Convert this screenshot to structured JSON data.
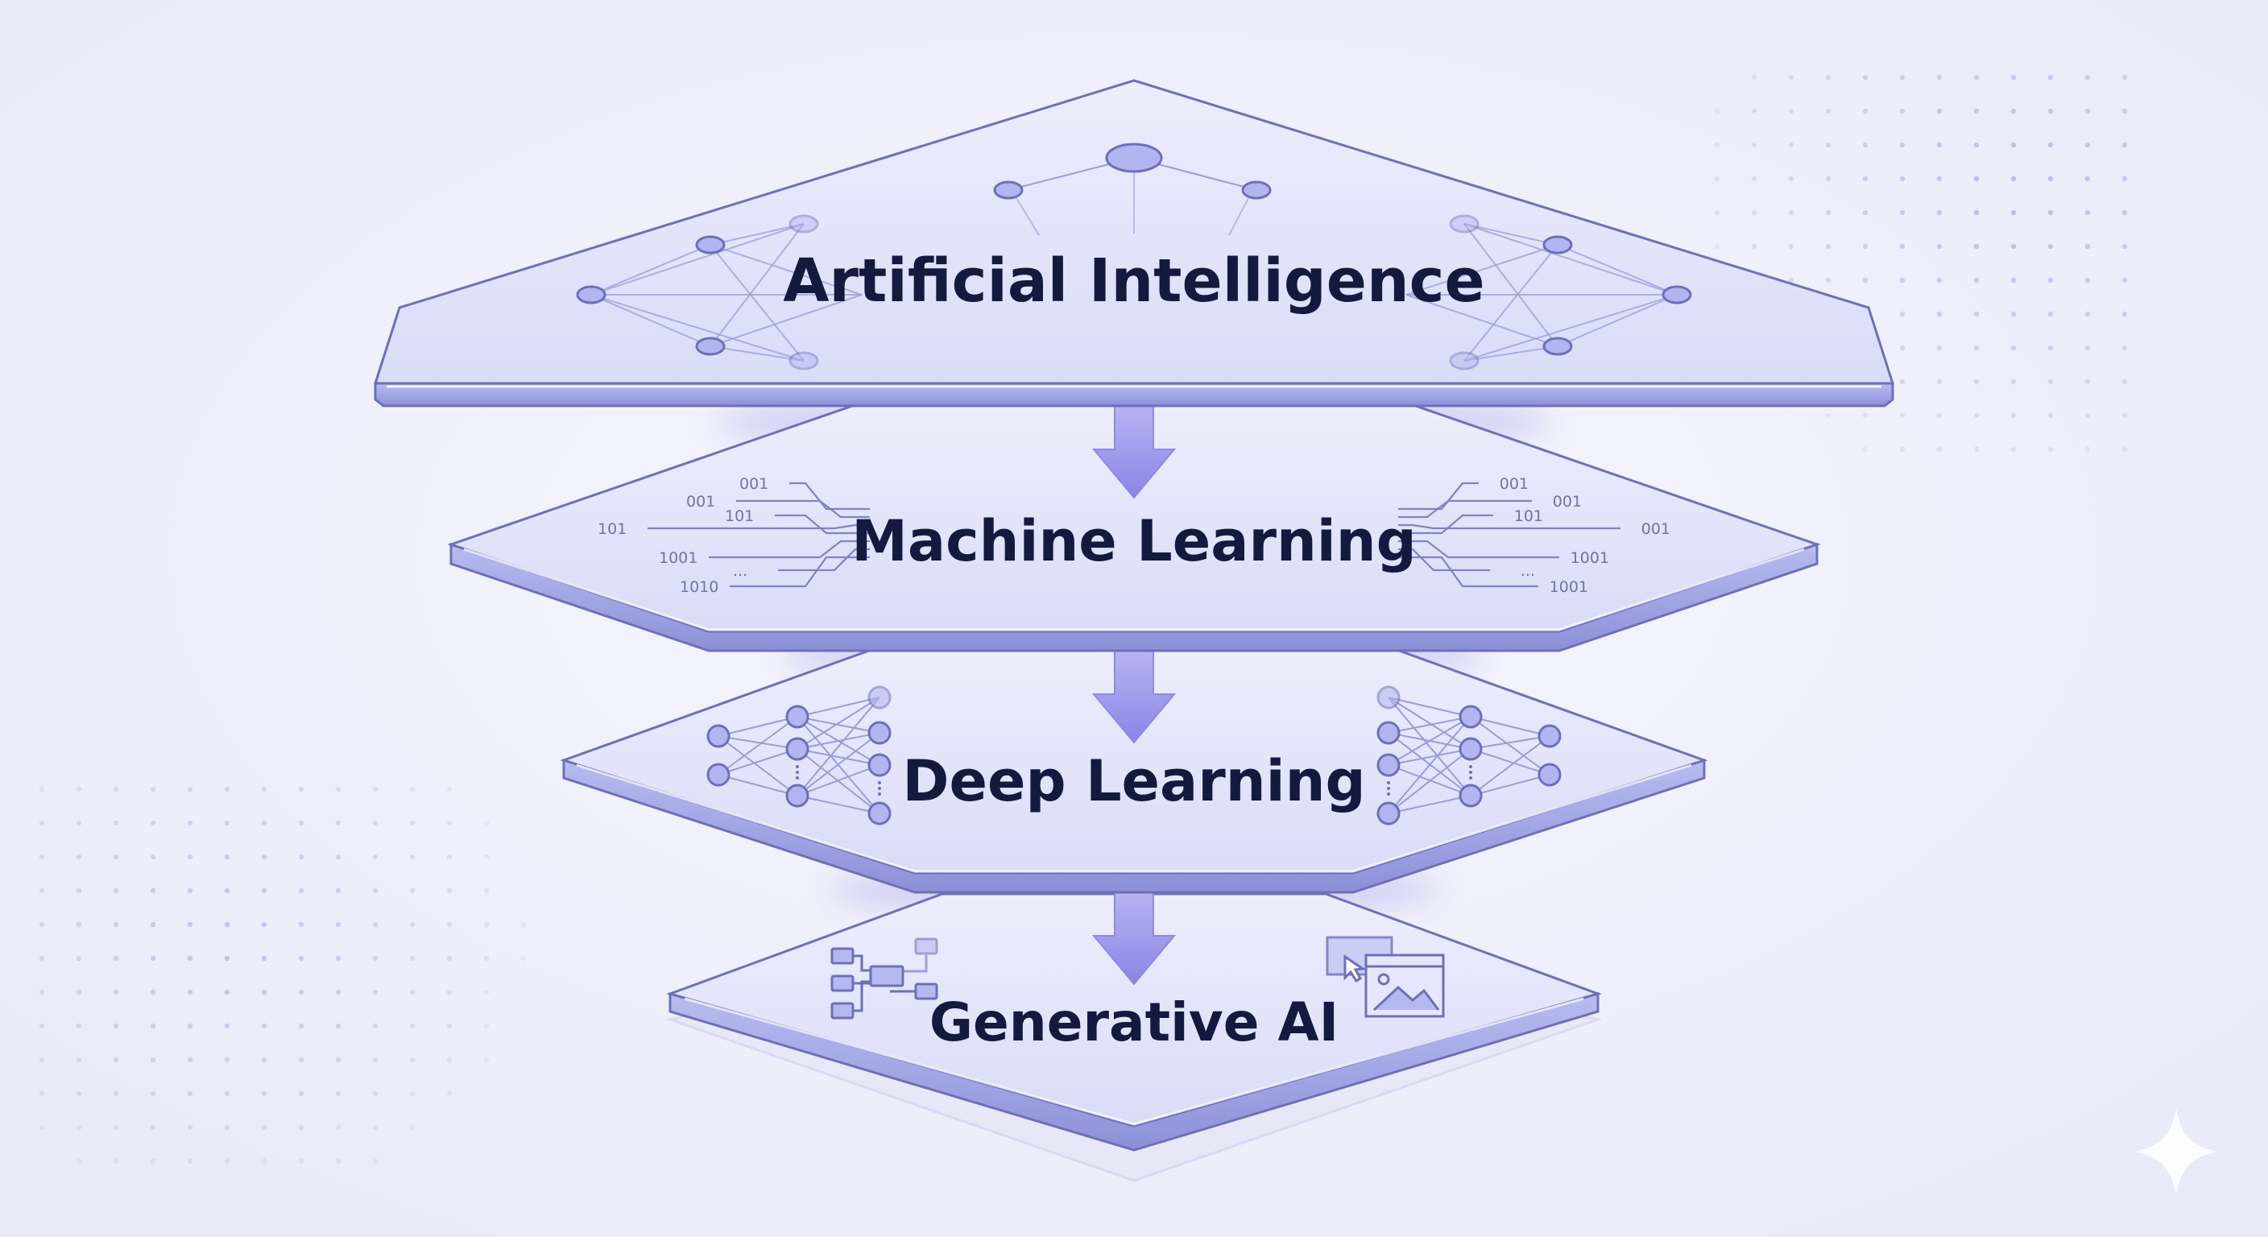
{
  "layers": [
    {
      "title": "Artificial Intelligence"
    },
    {
      "title": "Machine Learning",
      "left_codes": [
        "001",
        "001",
        "101",
        "101",
        "1001",
        "...",
        "1010"
      ],
      "right_codes": [
        "001",
        "001",
        "001",
        "101",
        "1001",
        "...",
        "1001"
      ]
    },
    {
      "title": "Deep Learning"
    },
    {
      "title": "Generative AI"
    }
  ],
  "icons": {
    "top": "network-nodes-icon",
    "ml": "binary-circuit-icon",
    "dl": "neural-network-icon",
    "gen_left": "flowchart-icon",
    "gen_right": "image-generation-icon",
    "corner": "sparkle-icon"
  },
  "colors": {
    "background": "#f1f2fb",
    "layer_top": "#e8eafc",
    "layer_edge": "#6d70b8",
    "accent": "#8c8ce6",
    "title": "#141a3d"
  }
}
